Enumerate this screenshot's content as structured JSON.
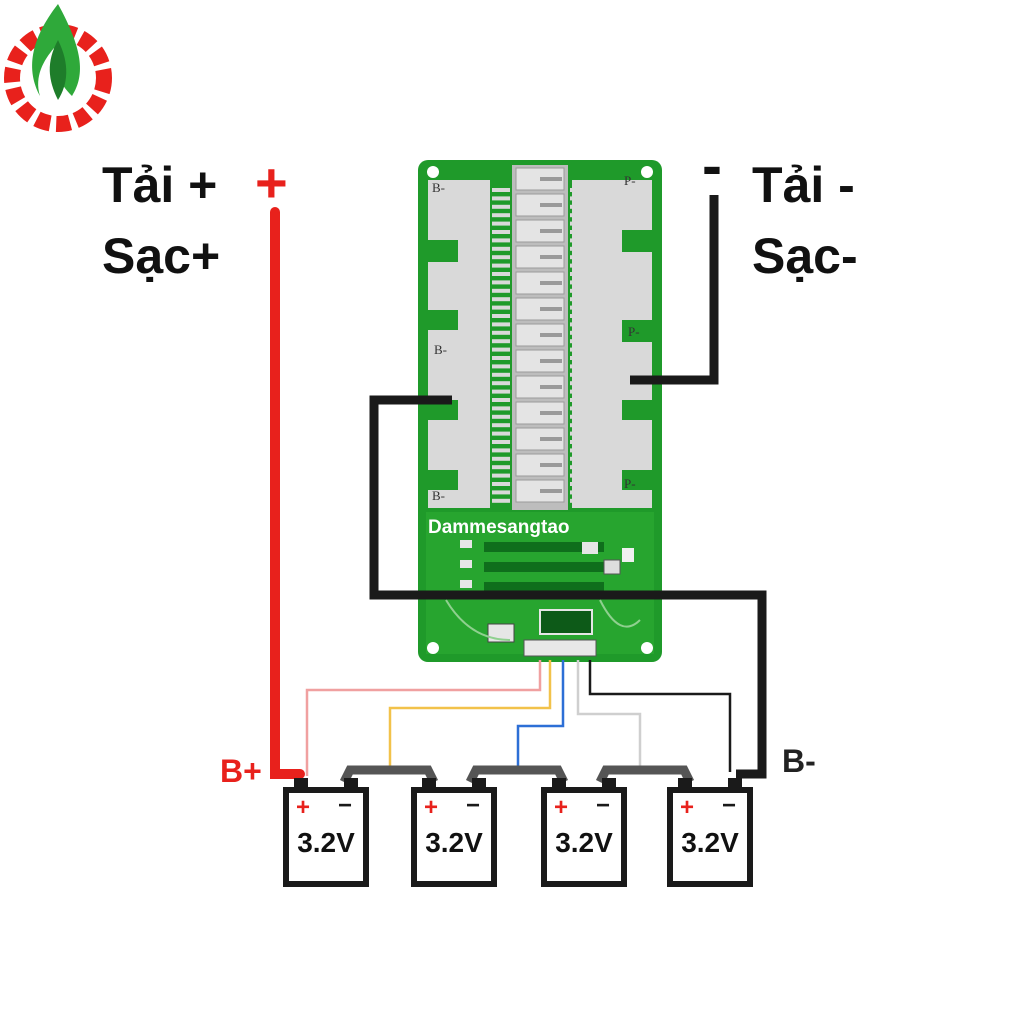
{
  "labels": {
    "load_plus": "Tải +",
    "plus_sign": "+",
    "charge_plus": "Sạc+",
    "minus_sign": "-",
    "load_minus": "Tải -",
    "charge_minus": "Sạc-",
    "b_plus": "B+",
    "b_minus": "B-"
  },
  "board": {
    "brand": "Dammesangtao",
    "pad_labels": {
      "b_minus_top": "B-",
      "b_minus_mid": "B-",
      "b_minus_bottom": "B-",
      "p_minus_top": "P-",
      "p_minus_mid": "P-",
      "p_minus_bottom": "P-"
    }
  },
  "batteries": [
    {
      "voltage": "3.2V",
      "plus": "+",
      "minus": "−"
    },
    {
      "voltage": "3.2V",
      "plus": "+",
      "minus": "−"
    },
    {
      "voltage": "3.2V",
      "plus": "+",
      "minus": "−"
    },
    {
      "voltage": "3.2V",
      "plus": "+",
      "minus": "−"
    }
  ],
  "logo": {
    "icon": "flame-gear-logo"
  },
  "colors": {
    "positive_wire": "#e8211c",
    "negative_wire": "#1a1a1a",
    "board_green": "#1f9a2a",
    "pad_gray": "#d9d9d9",
    "balance_red": "#f0a0a0",
    "balance_yellow": "#f2c24a",
    "balance_blue": "#2d6fd6",
    "balance_gray": "#cfcfcf"
  }
}
